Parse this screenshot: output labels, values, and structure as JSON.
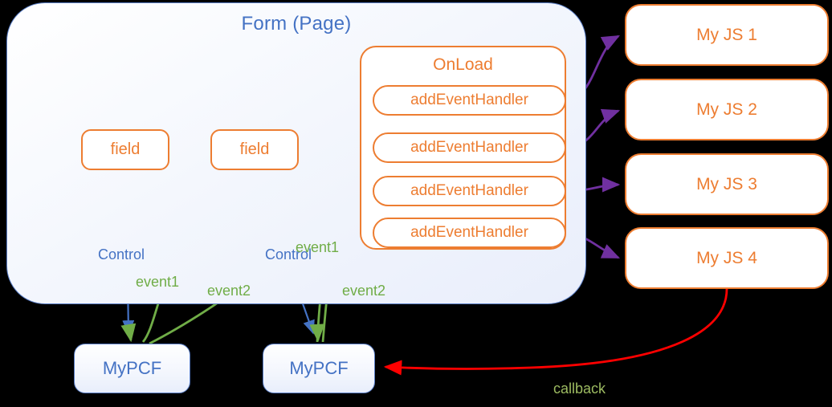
{
  "diagram": {
    "title": "Form (Page)",
    "background_color": "#000000",
    "colors": {
      "form_border": "#5B7FC7",
      "form_text": "#4472C4",
      "orange": "#ED7D31",
      "green_arrow": "#70AD47",
      "purple_arrow": "#7030A0",
      "blue_arrow": "#4472C4",
      "red_arrow": "#FF0000",
      "callback_label": "#9DBB61"
    }
  },
  "form": {
    "title": "Form (Page)",
    "fields": [
      {
        "label": "field"
      },
      {
        "label": "field"
      }
    ],
    "onload": {
      "title": "OnLoad",
      "handlers": [
        {
          "label": "addEventHandler"
        },
        {
          "label": "addEventHandler"
        },
        {
          "label": "addEventHandler"
        },
        {
          "label": "addEventHandler"
        }
      ]
    }
  },
  "js_scripts": [
    {
      "label": "My JS 1"
    },
    {
      "label": "My JS 2"
    },
    {
      "label": "My JS 3"
    },
    {
      "label": "My JS 4"
    }
  ],
  "controls": [
    {
      "label": "MyPCF"
    },
    {
      "label": "MyPCF"
    }
  ],
  "edge_labels": {
    "control_1": "Control",
    "control_2": "Control",
    "event1_a": "event1",
    "event2_a": "event2",
    "event1_b": "event1",
    "event2_b": "event2",
    "callback": "callback"
  }
}
